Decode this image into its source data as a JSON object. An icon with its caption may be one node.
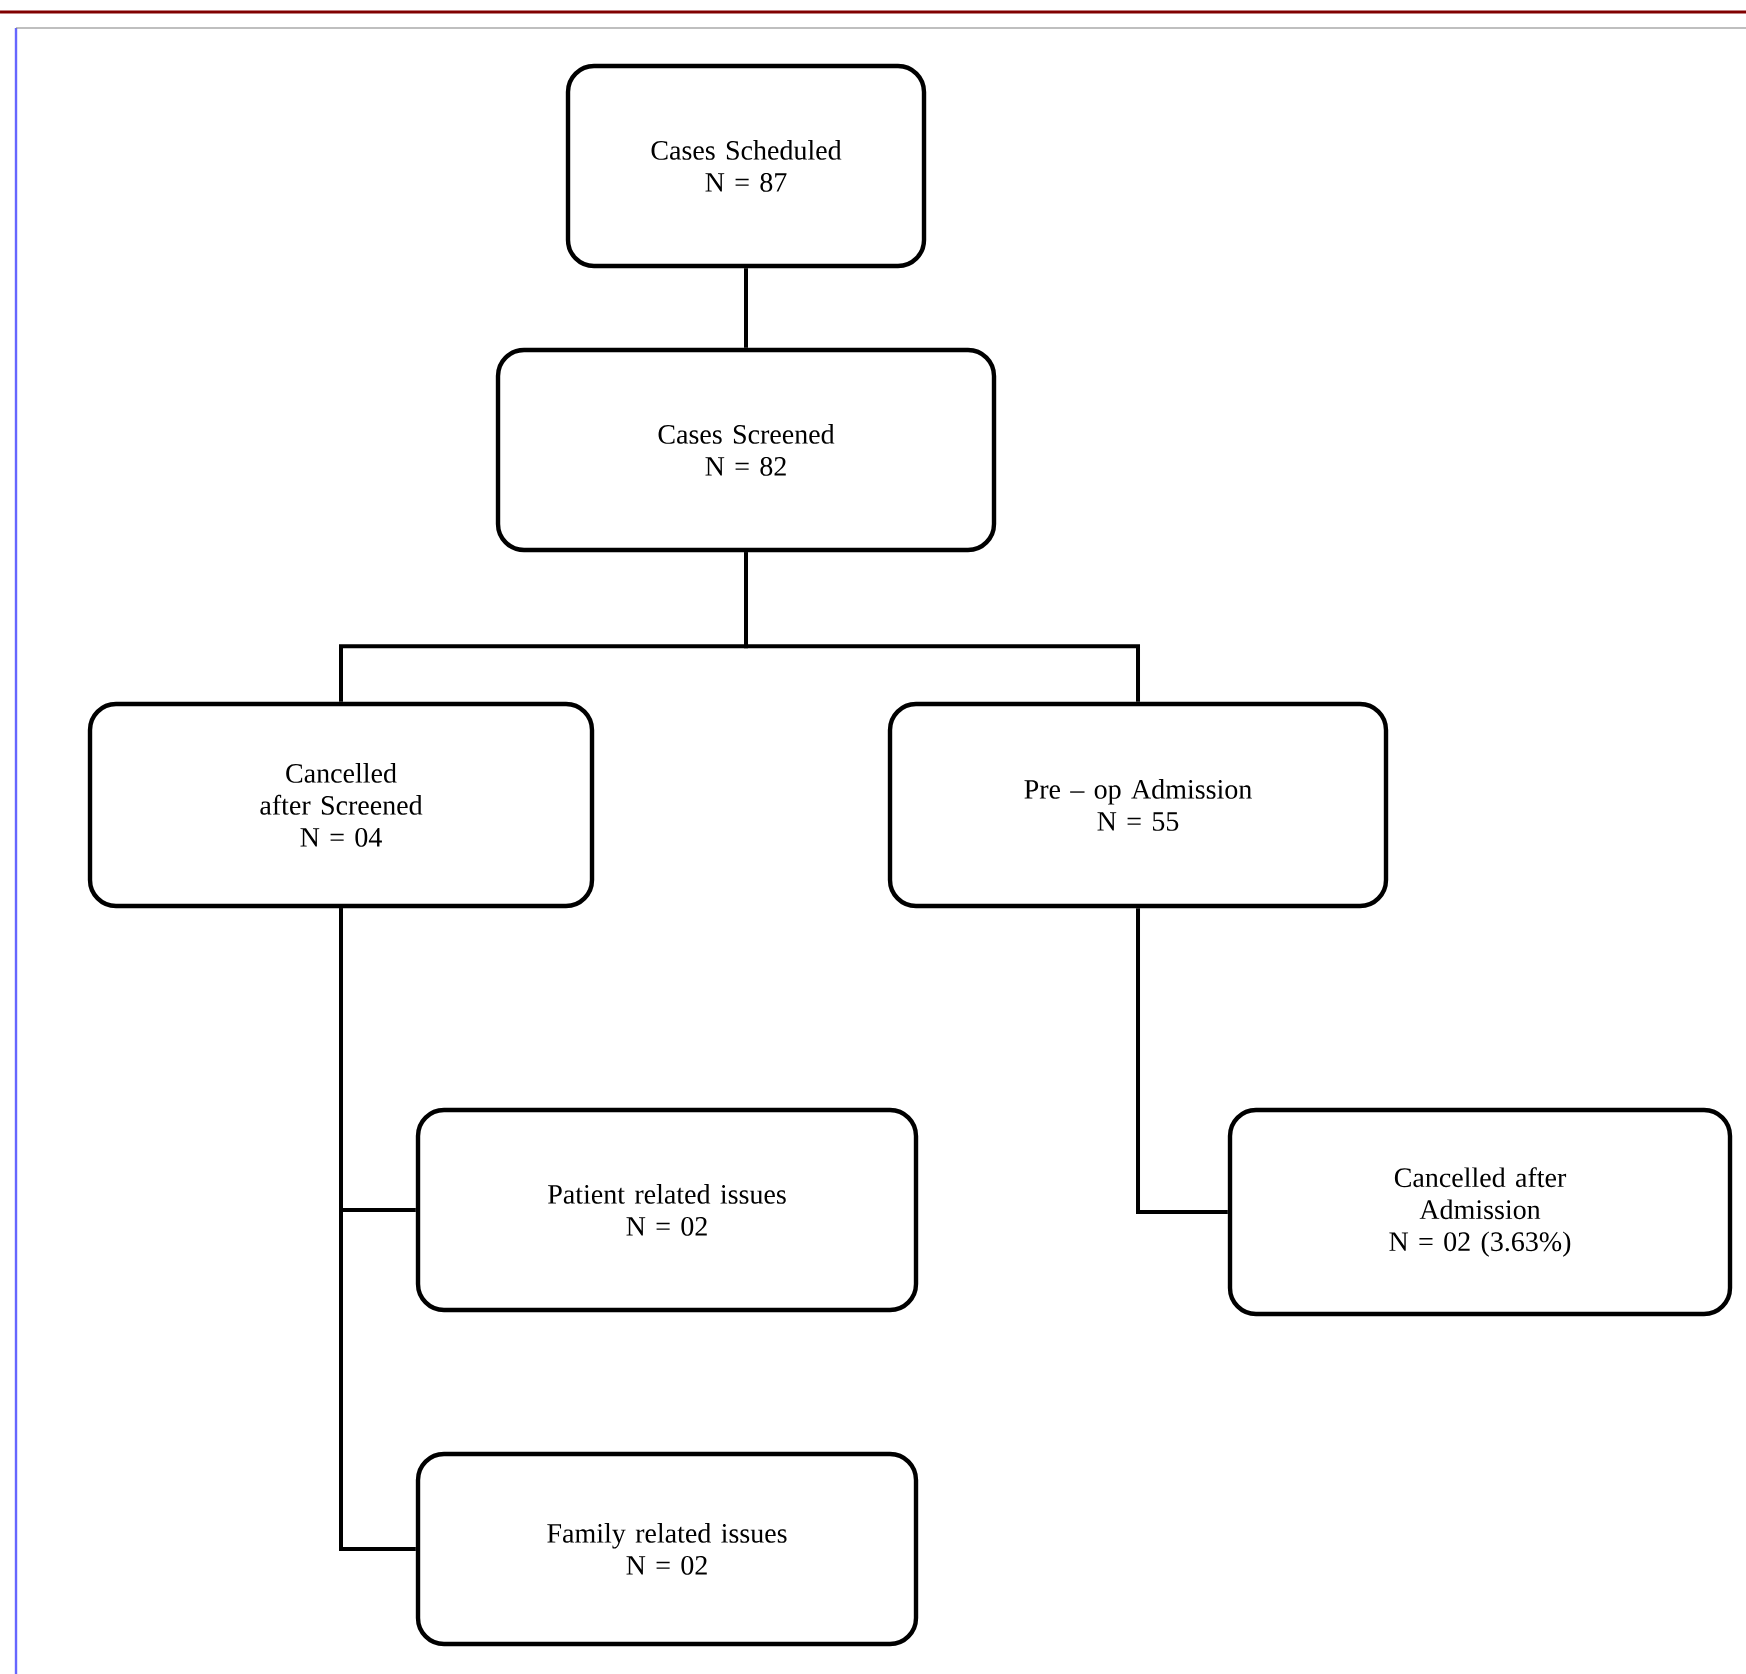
{
  "diagram": {
    "nodes": [
      {
        "text": [
          "Cases Scheduled",
          "N = 87"
        ]
      },
      {
        "text": [
          "Cases Screened",
          "N = 82"
        ]
      },
      {
        "text": [
          "Cancelled after Screened",
          "N = 04"
        ]
      },
      {
        "text": [
          "Pre – op Admission",
          "N = 55"
        ]
      },
      {
        "text": [
          "Patient related issues",
          "N = 02"
        ]
      },
      {
        "text": [
          "Cancelled after Admission",
          "N = 02 (3.63%)"
        ]
      },
      {
        "text": [
          "Family related issues",
          "N = 02"
        ]
      }
    ],
    "edges": [
      {
        "from": 0,
        "to": 1,
        "arrow": "none"
      },
      {
        "from": 1,
        "to": 2,
        "arrow": "none"
      },
      {
        "from": 1,
        "to": 3,
        "arrow": "none"
      },
      {
        "from": 2,
        "to": 4,
        "arrow": "none"
      },
      {
        "from": 2,
        "to": 6,
        "arrow": "none"
      },
      {
        "from": 3,
        "to": 5,
        "arrow": "none"
      }
    ]
  }
}
